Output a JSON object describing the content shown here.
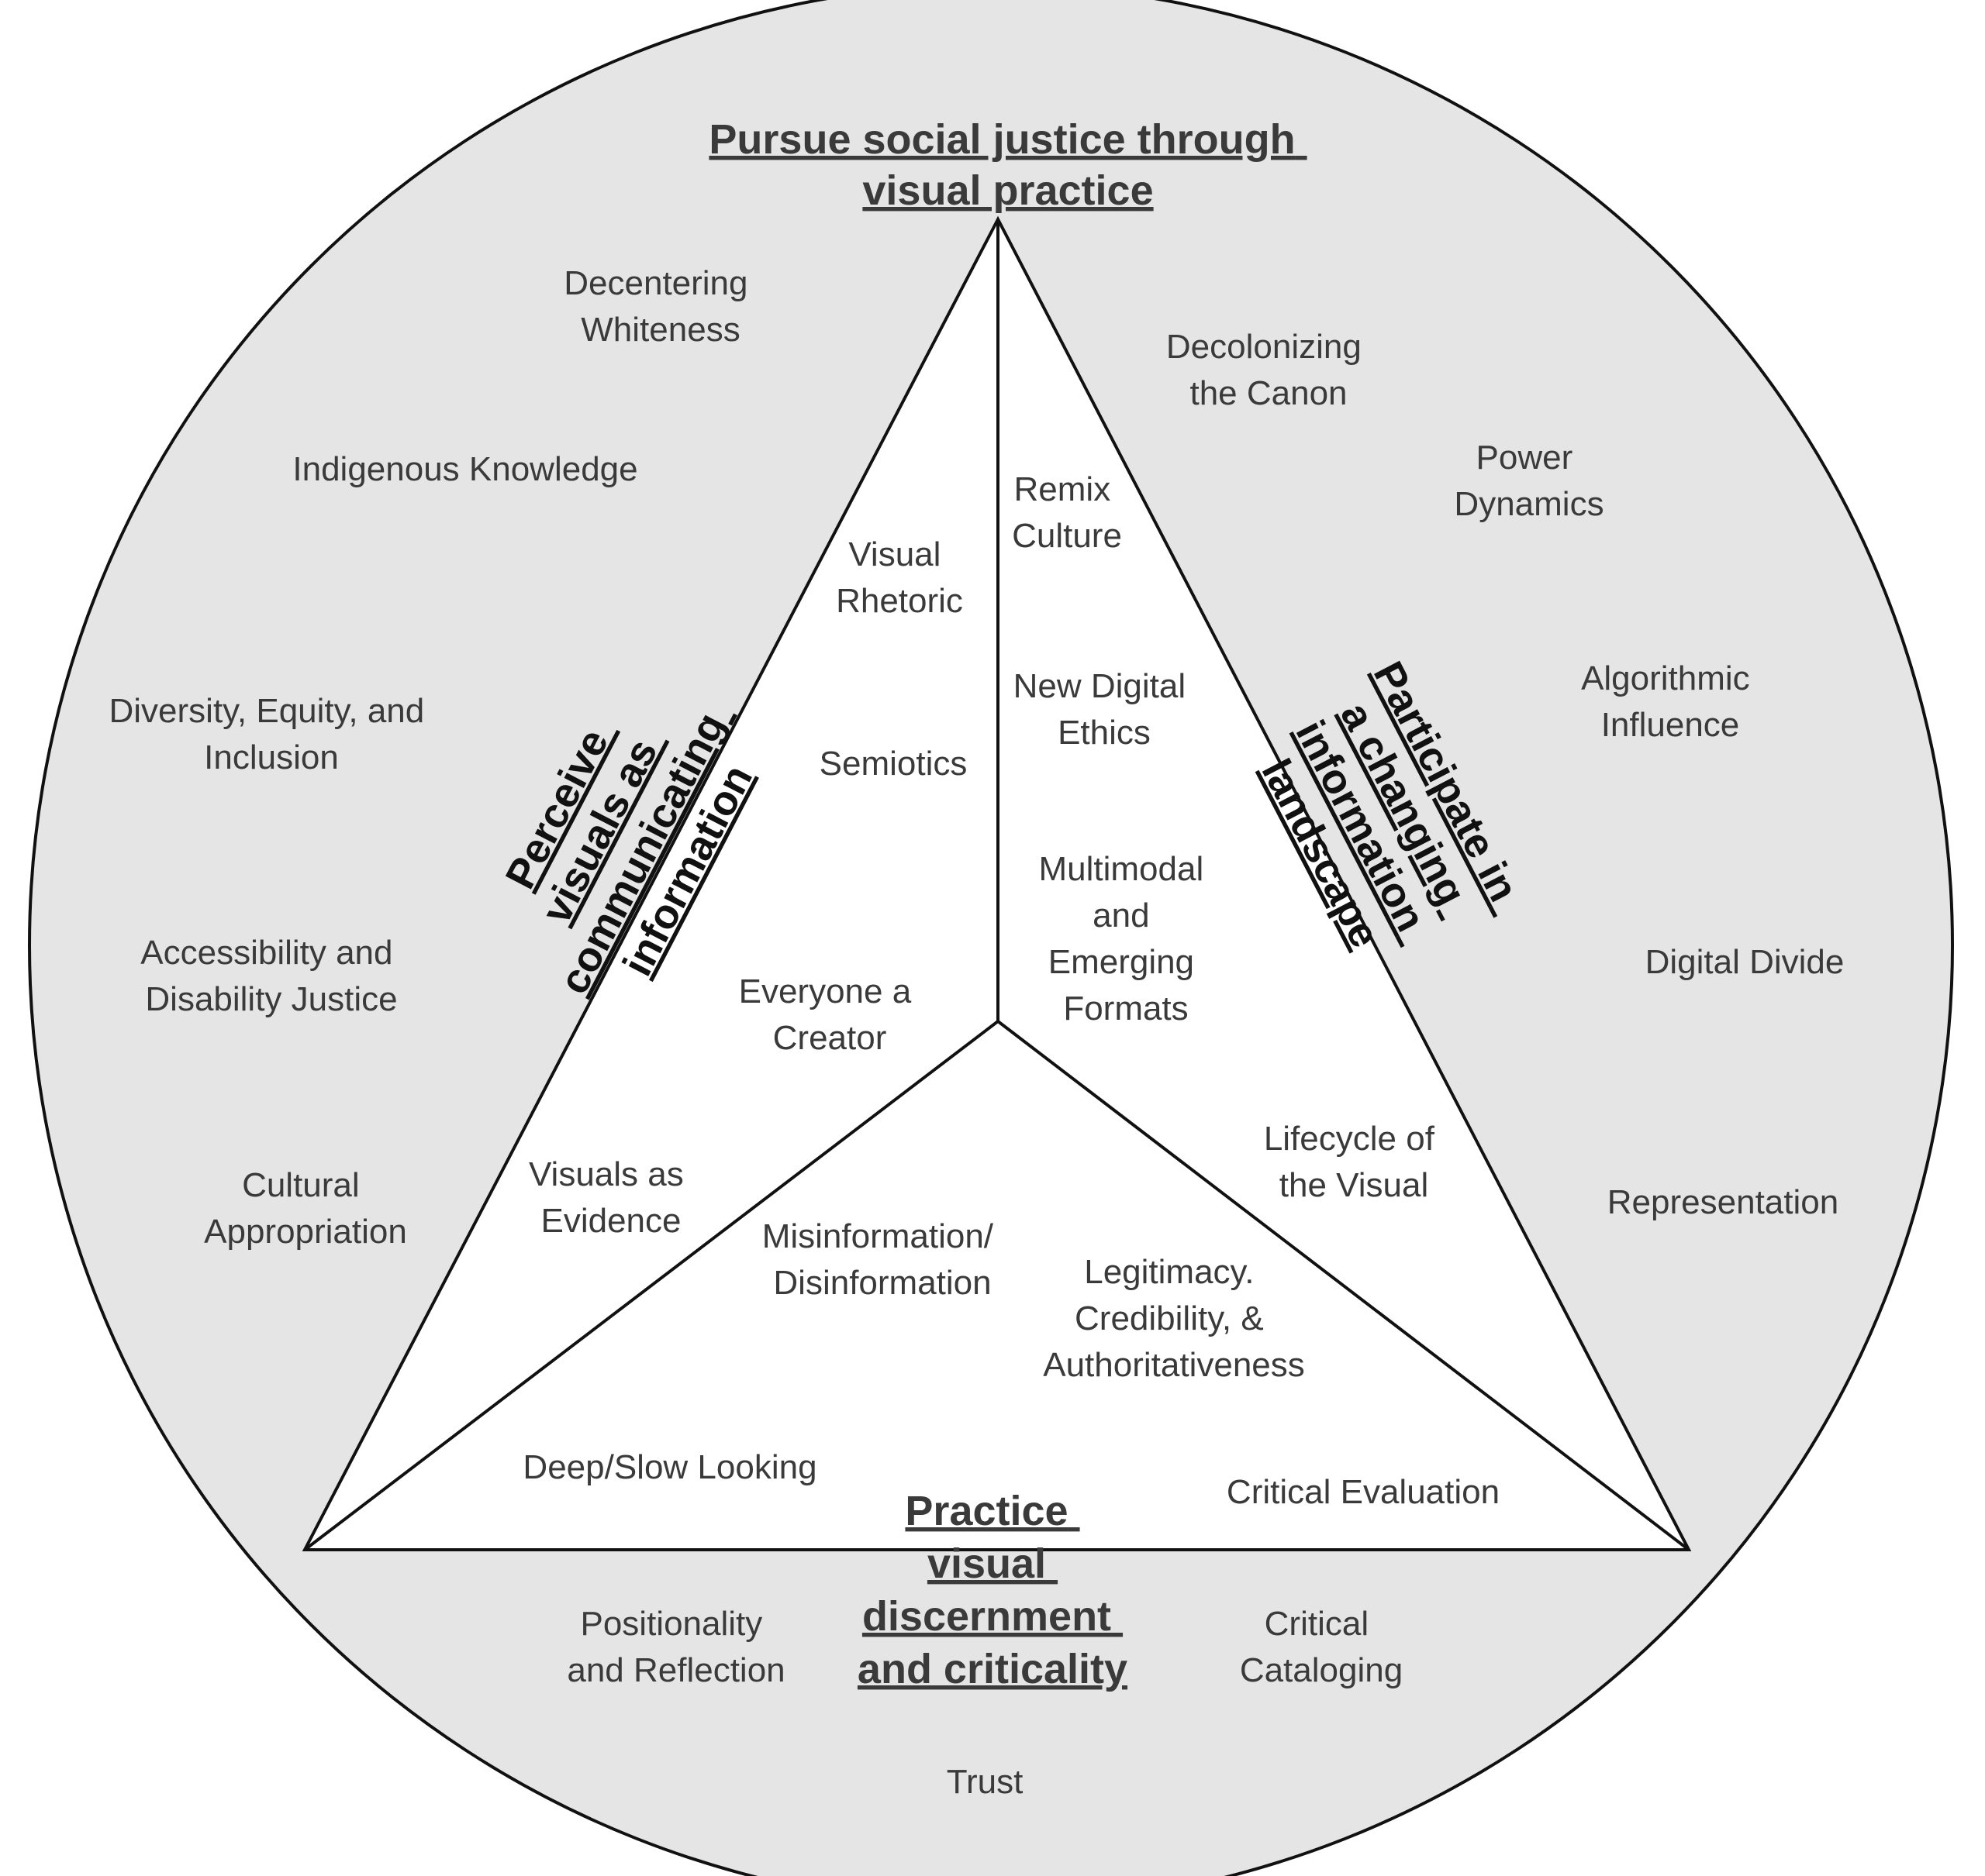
{
  "diagram": {
    "colors": {
      "outer_ring_fill": "#e5e5e5",
      "inner_fill": "#ffffff",
      "stroke": "#111111",
      "text": "#3a3a3a",
      "side_heading_text": "#111111"
    },
    "headings": {
      "top": [
        "Pursue social justice through",
        "visual practice"
      ],
      "left": [
        "Perceive",
        "visuals as",
        "communicating",
        "information"
      ],
      "right": [
        "Participate in",
        "a changing",
        "information",
        "landscape"
      ],
      "bottom": [
        "Practice",
        "visual",
        "discernment",
        "and criticality"
      ]
    },
    "terms": {
      "decentering_whiteness": [
        "Decentering",
        "Whiteness"
      ],
      "indigenous_knowledge": [
        "Indigenous Knowledge"
      ],
      "diversity_equity_inclusion": [
        "Diversity, Equity, and",
        "Inclusion"
      ],
      "accessibility_disability_justice": [
        "Accessibility and",
        "Disability Justice"
      ],
      "cultural_appropriation": [
        "Cultural",
        "Appropriation"
      ],
      "decolonizing_canon": [
        "Decolonizing",
        "the Canon"
      ],
      "power_dynamics": [
        "Power",
        "Dynamics"
      ],
      "algorithmic_influence": [
        "Algorithmic",
        "Influence"
      ],
      "digital_divide": [
        "Digital Divide"
      ],
      "representation": [
        "Representation"
      ],
      "positionality_reflection": [
        "Positionality",
        "and Reflection"
      ],
      "critical_cataloging": [
        "Critical",
        "Cataloging"
      ],
      "trust": [
        "Trust"
      ],
      "visual_rhetoric": [
        "Visual",
        "Rhetoric"
      ],
      "semiotics": [
        "Semiotics"
      ],
      "everyone_creator": [
        "Everyone a",
        "Creator"
      ],
      "visuals_evidence": [
        "Visuals as",
        "Evidence"
      ],
      "remix_culture": [
        "Remix",
        "Culture"
      ],
      "new_digital_ethics": [
        "New Digital",
        "Ethics"
      ],
      "multimodal_formats": [
        "Multimodal",
        "and",
        "Emerging",
        "Formats"
      ],
      "lifecycle_visual": [
        "Lifecycle of",
        "the Visual"
      ],
      "misinformation": [
        "Misinformation/",
        "Disinformation"
      ],
      "legitimacy": [
        "Legitimacy.",
        "Credibility, &",
        "Authoritativeness"
      ],
      "deep_slow_looking": [
        "Deep/Slow Looking"
      ],
      "critical_evaluation": [
        "Critical Evaluation"
      ]
    }
  }
}
